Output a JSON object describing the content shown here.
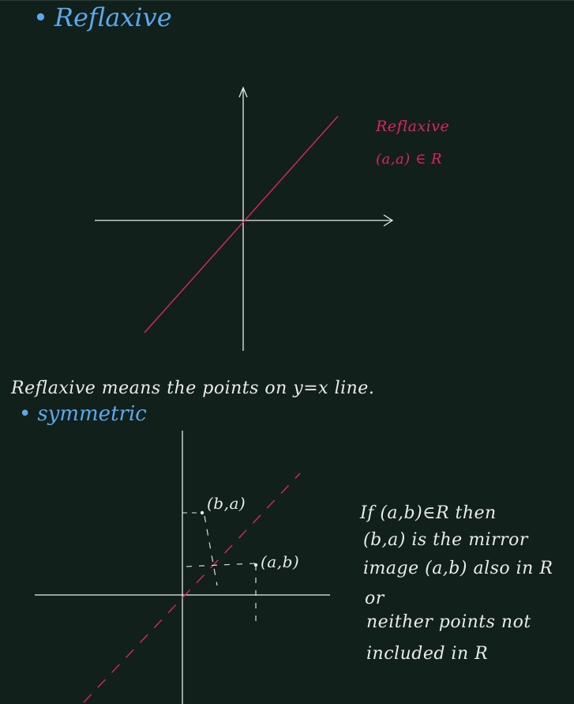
{
  "notes": {
    "reflexive_heading": "Reflaxive",
    "symmetric_heading": "symmetric",
    "reflexive_label": "Reflaxive",
    "reflexive_condition": "(a,a) ∈ R",
    "reflexive_meaning": "Reflaxive means the points on y=x line.",
    "point_ba": "(b,a)",
    "point_ab": "(a,b)",
    "symmetric_explanation": [
      "If (a,b)∈R then",
      "(b,a) is the mirror",
      "image (a,b) also in R",
      "or",
      "neither points not",
      "included in R"
    ]
  },
  "colors": {
    "background": "#11201a",
    "ink": "#e9ece9",
    "heading": "#5aa9ee",
    "highlight": "#e0245e"
  }
}
